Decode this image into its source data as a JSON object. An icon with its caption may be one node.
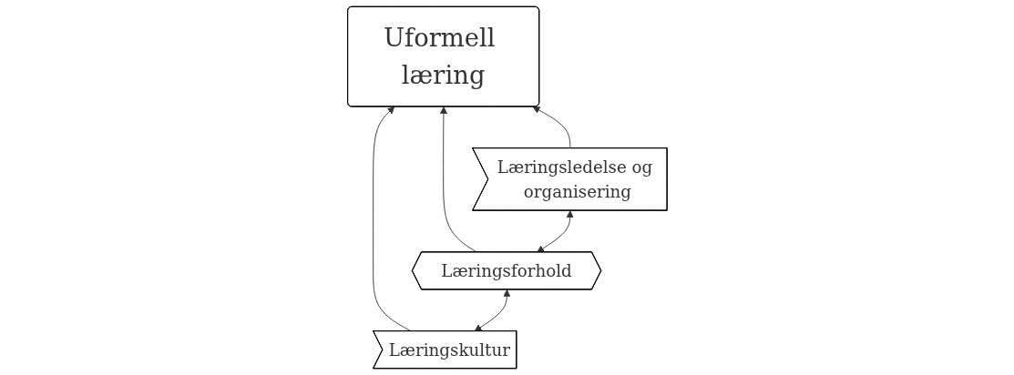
{
  "diagram": {
    "nodes": [
      {
        "text": [
          "Uformell læring"
        ]
      },
      {
        "text": [
          "Læringskultur"
        ]
      },
      {
        "text": [
          "Læringsforhold"
        ]
      },
      {
        "text": [
          "Læringsledelse og organisering"
        ]
      }
    ],
    "edges": [
      {
        "from": 1,
        "to": 0,
        "arrow": "to"
      },
      {
        "from": 2,
        "to": 0,
        "arrow": "to"
      },
      {
        "from": 3,
        "to": 0,
        "arrow": "to"
      },
      {
        "from": 1,
        "to": 2,
        "arrow": "both"
      },
      {
        "from": 2,
        "to": 3,
        "arrow": "both"
      }
    ]
  }
}
